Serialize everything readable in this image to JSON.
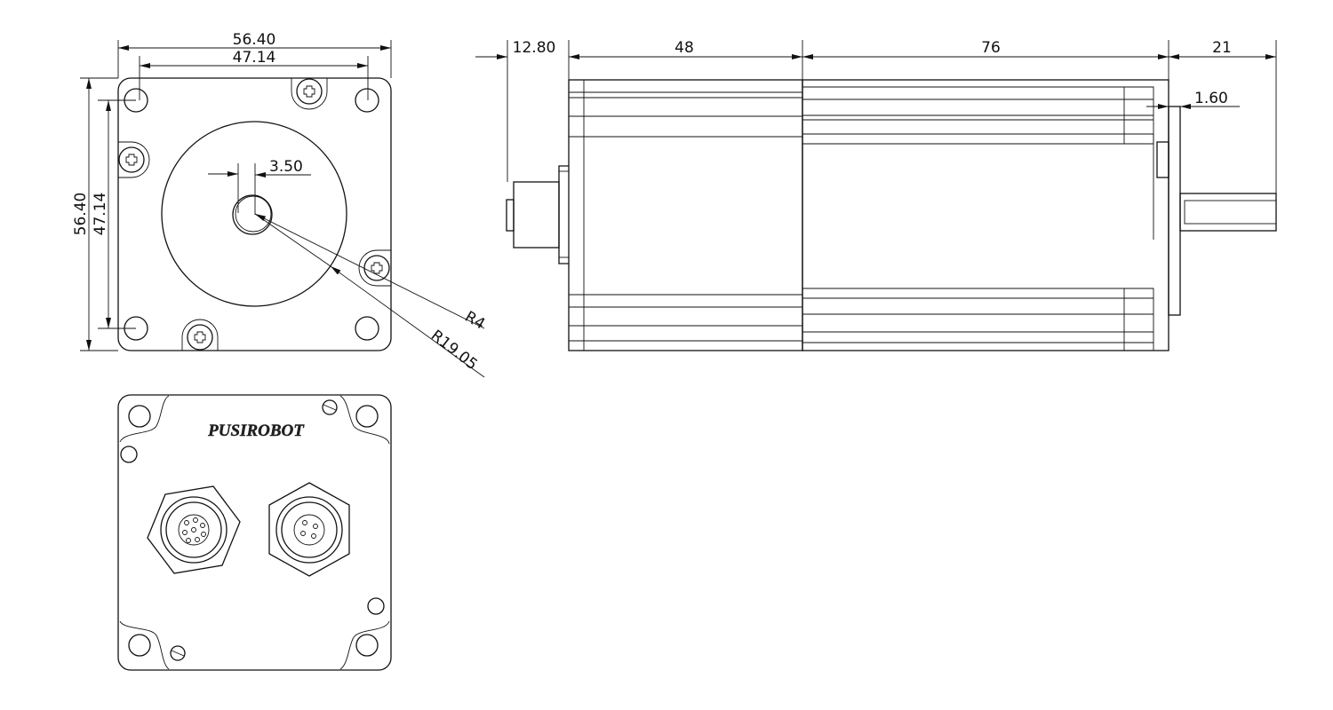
{
  "front_view": {
    "dims": {
      "width_overall": "56.40",
      "width_holes": "47.14",
      "height_overall": "56.40",
      "height_holes": "47.14",
      "shaft_flat": "3.50",
      "radius_small": "R4",
      "radius_pilot": "R19.05"
    }
  },
  "side_view": {
    "dims": {
      "connector_length": "12.80",
      "driver_length": "48",
      "motor_length": "76",
      "shaft_length": "21",
      "flange_thickness": "1.60"
    }
  },
  "rear_view": {
    "brand_logo": "PUSIROBOT"
  }
}
